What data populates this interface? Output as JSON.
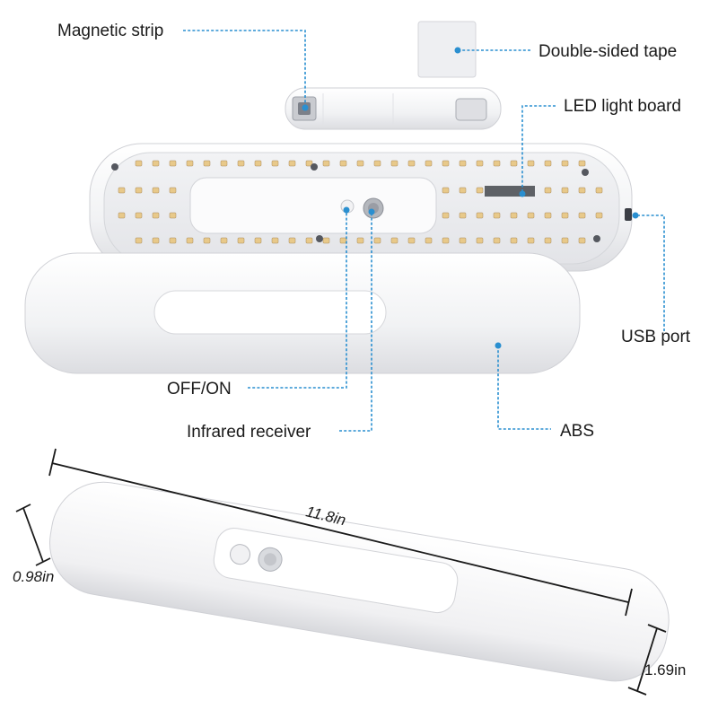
{
  "labels": {
    "magnetic_strip": "Magnetic strip",
    "double_sided_tape": "Double-sided tape",
    "led_light_board": "LED light board",
    "usb_port": "USB port",
    "off_on": "OFF/ON",
    "infrared_receiver": "Infrared receiver",
    "abs": "ABS"
  },
  "dimensions": {
    "length": "11.8in",
    "height": "0.98in",
    "depth": "1.69in"
  },
  "colors": {
    "leader_line": "#2a8fd0",
    "housing": "#f4f4f6",
    "led": "#e8c98a"
  }
}
